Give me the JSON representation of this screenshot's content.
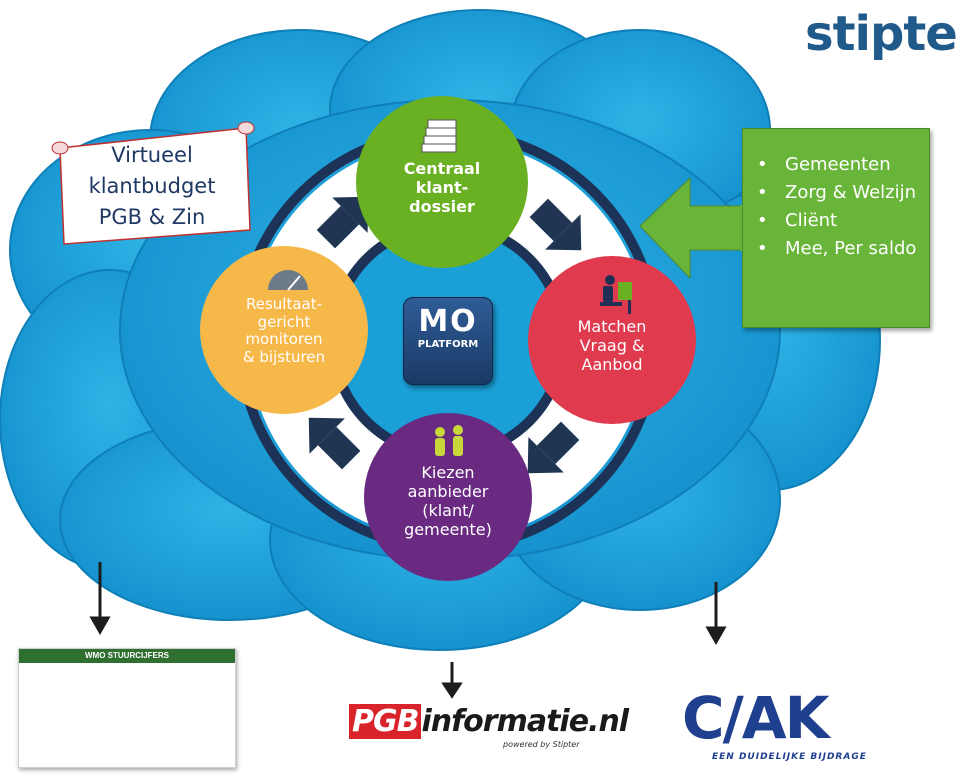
{
  "logo": {
    "brand": "stipter"
  },
  "scroll": {
    "lines": [
      "Virtueel",
      "klantbudget",
      "PGB & Zin"
    ]
  },
  "circles": {
    "dossier": {
      "lines": [
        "Centraal",
        "klant-",
        "dossier"
      ],
      "color": "#6ab023"
    },
    "matchen": {
      "lines": [
        "Matchen",
        "Vraag &",
        "Aanbod"
      ],
      "color": "#e03a4e"
    },
    "kiezen": {
      "lines": [
        "Kiezen",
        "aanbieder",
        "(klant/",
        "gemeente)"
      ],
      "color": "#6a2a82"
    },
    "resultaat": {
      "lines": [
        "Resultaat-",
        "gericht",
        "monitoren",
        "& bijsturen"
      ],
      "color": "#f7b84a"
    }
  },
  "center_badge": {
    "title": "MO",
    "subtitle": "PLATFORM"
  },
  "green_box": {
    "items": [
      "Gemeenten",
      "Zorg & Welzijn",
      "Cliënt",
      "Mee, Per saldo"
    ],
    "color": "#69b53a"
  },
  "report": {
    "title": "WMO STUURCIJFERS"
  },
  "pgb_logo": {
    "part1": "PGB",
    "part2": "informatie.nl",
    "powered": "powered by Stipter"
  },
  "cak_logo": {
    "text": "C/AK",
    "tagline": "EEN DUIDELIJKE BIJDRAGE"
  },
  "colors": {
    "cloud": "#1a9fd6",
    "cloud_edge": "#1487c0",
    "ring": "#1c3357",
    "arrow": "#1f3552"
  }
}
